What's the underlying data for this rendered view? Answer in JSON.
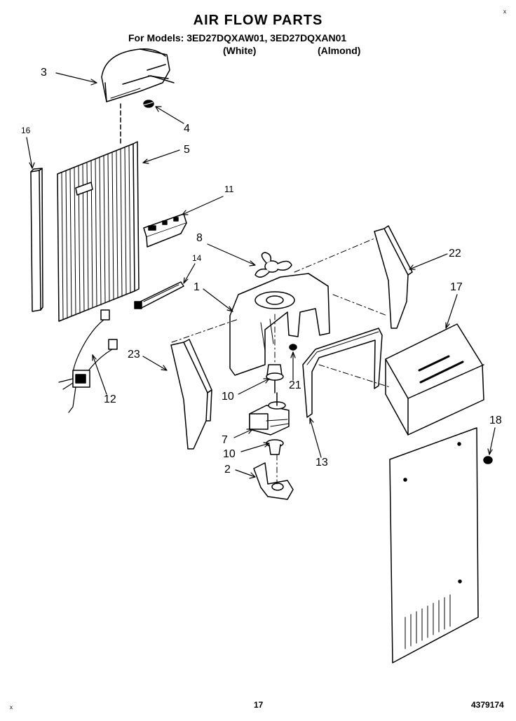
{
  "header": {
    "title": "AIR FLOW PARTS",
    "models_line": "For Models: 3ED27DQXAW01, 3ED27DQXAN01",
    "white_label": "(White)",
    "almond_label": "(Almond)"
  },
  "callouts": {
    "c1": "1",
    "c2": "2",
    "c3": "3",
    "c4": "4",
    "c5": "5",
    "c7": "7",
    "c8": "8",
    "c10a": "10",
    "c10b": "10",
    "c11": "11",
    "c12": "12",
    "c13": "13",
    "c14": "14",
    "c16": "16",
    "c17": "17",
    "c18": "18",
    "c21": "21",
    "c22": "22",
    "c23": "23"
  },
  "footer": {
    "page_number": "17",
    "doc_number": "4379174"
  },
  "marks": {
    "top_right": "x",
    "bottom_left": "x"
  }
}
